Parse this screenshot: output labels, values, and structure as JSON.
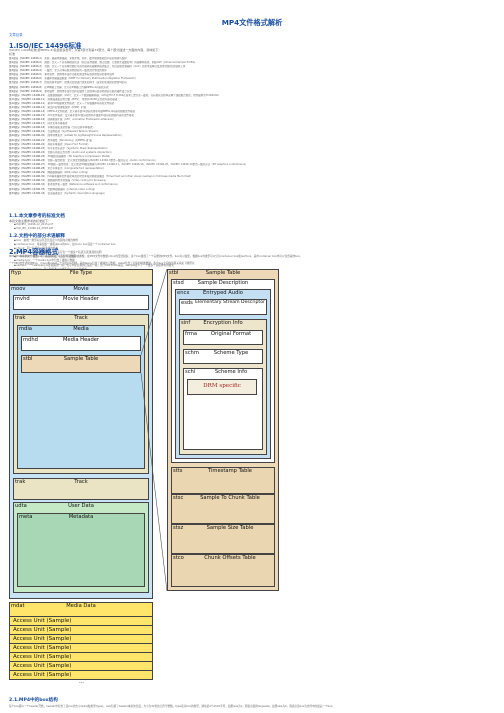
{
  "header": {
    "title": "MP4文件格式解析",
    "link": "文章目录"
  },
  "sections": {
    "s1_title": "1.ISO/IEC 14496标准",
    "s1_intro": "ISO/IEC 14496标准(即MPEG-4)包括很多部分，从第1部分到第34部分，每个部分描述一方面的内容，具体如下：",
    "s1_lines_label": "标准",
    "s1_1_title": "1.1.本文章参考的标准文档",
    "s1_1_intro": "本篇文章主要参考的标准如下：",
    "s1_1_items": [
      "ISO/IEC_14496-12_2015.pdf",
      "ISO_IEC_14496-14_2003.pdf"
    ],
    "s1_2_title": "1.2.文档中的部分术语解释",
    "s1_2_items": [
      "box：由唯一类型标识符及长度定义的面向对象的构件",
      "container box：用来组织一组相关box的box，如moov box就是一个container box",
      "chunk：同一轨道的一组连续的样本",
      "hint track：不包含媒体数据，包含有打包一个或多个轨道为流通道的说明",
      "movie box：容器box，其子box定义了媒体元数据",
      "media box：一个media box中包含了媒体元数据",
      "sample：一个sample可以是视频的一帧，也可以是音频的压缩的一段，对于hint track来说，sample定义了一个或多个流媒体包的格式",
      "sample description：定义和描述一个或多个sample的格式",
      "sample table：打包sample的时序和物理布局",
      "track：一个具有时间序列sample的集合"
    ],
    "s2_title": "2.MP4容器格式",
    "s2_intro_1": "MP4是一种容器文件格式，可以存储视频、音频、字幕和静态图像，在MP4文件中数据以box的形式组织，多个box组成了一个完整的MP4文件，box可以嵌套，根据box的类型可以分为container box和leaf box，其中container box中可以包含其他box。",
    "s2_intro_2": "一个MP4文件通常由ftyp、moov和mdat三个顶层box组成，其中moov包含了媒体的元数据，mdat包含了实际的媒体数据，各个box之间的层级关系如下图所示：",
    "s2_1_title": "2.1.MP4中的box结构",
    "s2_1_para": "每个box都以一个header开始，header中包含了该box的大小(size)和类型(type)，size包括了header本身的长度，大小为32位的无符号整数。type表示box的类型，通常是4个ASCII字符。如果size为1，则表示使用largesize，如果size为0，则表示该box为文件中的最后一个box。"
  },
  "standard_parts": [
    {
      "code": "第1部分（ISO/IEC 14496-1）",
      "desc": "系统：描述场景描述、多路复用、同步、缓冲管理和知识产权的管理与保护"
    },
    {
      "code": "第2部分（ISO/IEC 14496-2）",
      "desc": "视频：定义一个对各种视觉信息（包括自然视频、静止纹理、计算机生成图形等）的编解码格式，例如ASP（Advanced Simple Profile）"
    },
    {
      "code": "第3部分（ISO/IEC 14496-3）",
      "desc": "音频：定义一个对各种音频信号进行编码的编解码格式集合，包括高级音频编码（AAC）的若干变种以及其他音频/语音编码工具"
    },
    {
      "code": "第4部分（ISO/IEC 14496-4）",
      "desc": "一致性：定义对本标准其他部分的一致性进行测试的程序"
    },
    {
      "code": "第5部分（ISO/IEC 14496-5）",
      "desc": "参考软件：提供用于演示功能和测试本标准其他部分的参考软件"
    },
    {
      "code": "第6部分（ISO/IEC 14496-6）",
      "desc": "多媒体传输集成框架（DMIF for Delivery Multimedia Integration Framework）"
    },
    {
      "code": "第7部分（ISO/IEC 14496-7）",
      "desc": "优化的参考软件：提供对实现进行优化的例子（这里的实现指的是第5部分）"
    },
    {
      "code": "第8部分（ISO/IEC 14496-8）",
      "desc": "在IP网络上传输：定义在IP网络上传输MPEG-4内容的方式"
    },
    {
      "code": "第9部分（ISO/IEC 14496-9）",
      "desc": "参考硬件：提供用于演示怎样在硬件上实现本标准其他部分功能的硬件设计方案"
    },
    {
      "code": "第10部分（ISO/IEC 14496-10）",
      "desc": "高级视频编码（AVC）：定义一个视频编解码器，AVC和ITU-T H.264在技术上是完全一致的，在标准化过程中这两个组织联合制定，经常被称为H.264/AVC"
    },
    {
      "code": "第11部分（ISO/IEC 14496-11）",
      "desc": "场景描述和应用引擎（BIFS）：可用于2D/3D交互式内容的描述"
    },
    {
      "code": "第12部分（ISO/IEC 14496-12）",
      "desc": "基于ISO的媒体文件格式：定义一个存储媒体内容的文件格式"
    },
    {
      "code": "第13部分（ISO/IEC 14496-13）",
      "desc": "知识产权管理和保护（IPMP）扩展"
    },
    {
      "code": "第14部分（ISO/IEC 14496-14）",
      "desc": "MPEG-4文件格式：定义基于第12部分的用于存储MPEG-4内容的视频文件格式"
    },
    {
      "code": "第15部分（ISO/IEC 14496-15）",
      "desc": "AVC文件格式：定义基于第12部分的用于存储第10部分的视频内容的文件格式"
    },
    {
      "code": "第16部分（ISO/IEC 14496-16）",
      "desc": "动画框架扩展（AFX：Animation Framework eXtension）"
    },
    {
      "code": "第17部分（ISO/IEC 14496-17）",
      "desc": "同步文本字幕格式"
    },
    {
      "code": "第18部分（ISO/IEC 14496-18）",
      "desc": "字体压缩和流式传输（针对公开字体格式）"
    },
    {
      "code": "第19部分（ISO/IEC 14496-19）",
      "desc": "合成材质流（Synthesized Texture Stream）"
    },
    {
      "code": "第20部分（ISO/IEC 14496-20）",
      "desc": "简单场景表示（LASeR for Lightweight Scene Representation）"
    },
    {
      "code": "第21部分（ISO/IEC 14496-21）",
      "desc": "用于描绘（Rendering）的MPEG-J扩展"
    },
    {
      "code": "第22部分（ISO/IEC 14496-22）",
      "desc": "开放字体格式（Open Font Format）"
    },
    {
      "code": "第23部分（ISO/IEC 14496-23）",
      "desc": "符号化音乐表示（Symbolic Music Representation）"
    },
    {
      "code": "第24部分（ISO/IEC 14496-24）",
      "desc": "音频与系统交互作用（Audio and systems interaction）"
    },
    {
      "code": "第25部分（ISO/IEC 14496-25）",
      "desc": "3D图形压缩模型（3D Graphics Compression Model）"
    },
    {
      "code": "第26部分（ISO/IEC 14496-26）",
      "desc": "音频一致性检查：定义测试音频数据与ISO/IEC 14496-3是否一致的方法（Audio conformance）"
    },
    {
      "code": "第27部分（ISO/IEC 14496-27）",
      "desc": "3D图形一致性检查：定义测试3D图形数据与ISO/IEC 14496-11、ISO/IEC 14496-16、ISO/IEC 14496-25、ISO/IEC 14496-10是否一致的方法（3D Graphics conformance）"
    },
    {
      "code": "第28部分（ISO/IEC 14496-28）",
      "desc": "复合字体表示（Composite font representation）"
    },
    {
      "code": "第29部分（ISO/IEC 14496-29）",
      "desc": "网络视频编码（Web video coding）"
    },
    {
      "code": "第30部分（ISO/IEC 14496-30）",
      "desc": "ISO基本媒体文件格式中的定时文本和其他视觉覆盖（Timed text and other visual overlays in ISO base media file format）"
    },
    {
      "code": "第31部分（ISO/IEC 14496-31）",
      "desc": "视频编码用于浏览器（Video coding for browsers）"
    },
    {
      "code": "第32部分（ISO/IEC 14496-32）",
      "desc": "参考软件和一致性（Reference software and conformance）"
    },
    {
      "code": "第33部分（ISO/IEC 14496-33）",
      "desc": "互联网视频编码（Internet video coding）"
    },
    {
      "code": "第34部分（ISO/IEC 14496-34）",
      "desc": "语法描述语言（Syntactic description language）"
    }
  ],
  "diagram": {
    "left": {
      "ftyp": {
        "tag": "ftyp",
        "label": "File Type"
      },
      "moov": {
        "tag": "moov",
        "label": "Movie"
      },
      "mvhd": {
        "tag": "mvhd",
        "label": "Movie Header"
      },
      "trak": {
        "tag": "trak",
        "label": "Track"
      },
      "mdia": {
        "tag": "mdia",
        "label": "Media"
      },
      "mdhd": {
        "tag": "mdhd",
        "label": "Media Header"
      },
      "stbl": {
        "tag": "stbl",
        "label": "Sample Table"
      },
      "trak2": {
        "tag": "trak",
        "label": "Track"
      },
      "udta": {
        "tag": "udta",
        "label": "User Data"
      },
      "meta": {
        "tag": "meta",
        "label": "Metadata"
      },
      "mdat": {
        "tag": "mdat",
        "label": "Media Data"
      },
      "access_units": [
        "Access Unit (Sample)",
        "Access Unit (Sample)",
        "Access Unit (Sample)",
        "Access Unit (Sample)",
        "Access Unit (Sample)",
        "Access Unit (Sample)",
        "Access Unit (Sample)"
      ],
      "ellipsis": "..."
    },
    "right": {
      "stbl": {
        "tag": "stbl",
        "label": "Sample Table"
      },
      "stsd": {
        "tag": "stsd",
        "label": "Sample Description"
      },
      "encx": {
        "tag": "encx",
        "label": "Entryped Audio"
      },
      "esds": {
        "tag": "esds",
        "label": "Elementary Stream Descriptor"
      },
      "sinf": {
        "tag": "sinf",
        "label": "Encryption Info"
      },
      "frma": {
        "tag": "frma",
        "label": "Original Format"
      },
      "schm": {
        "tag": "schm",
        "label": "Scheme Type"
      },
      "schi": {
        "tag": "schi",
        "label": "Scheme Info"
      },
      "drm": "DRM specific",
      "stts": {
        "tag": "stts",
        "label": "Timestamp Table"
      },
      "stsc": {
        "tag": "stsc",
        "label": "Sample To Chunk Table"
      },
      "stsz": {
        "tag": "stsz",
        "label": "Sample Size Table"
      },
      "stco": {
        "tag": "stco",
        "label": "Chunk Offsets Table"
      }
    }
  },
  "colors": {
    "title_blue": "#1a4fa0",
    "link_blue": "#2a6fd6",
    "file_type": "#f5e6b9",
    "movie": "#c8e3f5",
    "header_white": "#ffffff",
    "track": "#eae4c4",
    "media": "#b8dcef",
    "sample_table": "#edd8b7",
    "user_data": "#c5e9c4",
    "metadata": "#a8d7b6",
    "media_data": "#ffe66b",
    "encrypted": "#c4dff2",
    "sinf": "#eee5cd",
    "drm": "#f4eedf",
    "drm_text": "#a1201c",
    "stts_group": "#ead6b1"
  }
}
